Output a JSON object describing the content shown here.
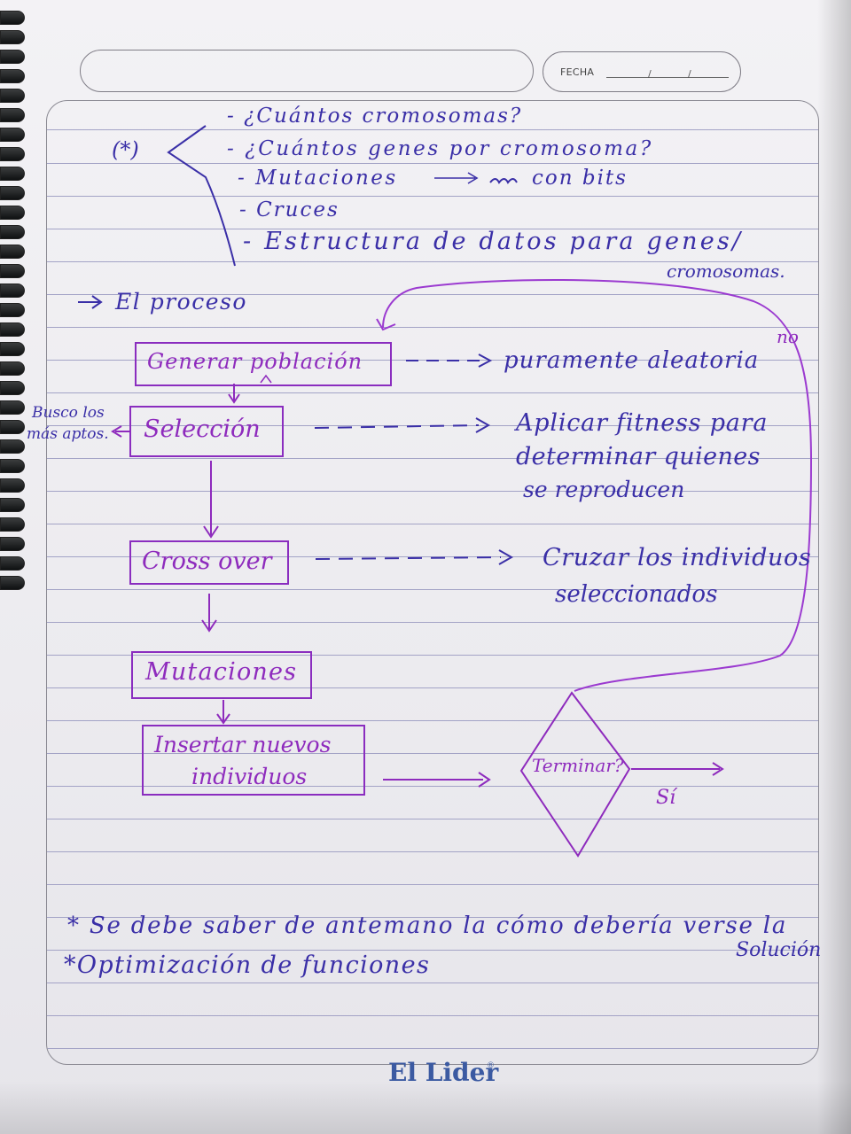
{
  "header": {
    "fecha_label": "FECHA",
    "fecha_separators": [
      "/",
      "/"
    ]
  },
  "notes": {
    "marker": "(*)",
    "questions": [
      "- ¿Cuántos cromosomas?",
      "- ¿Cuántos genes por cromosoma?",
      "- Mutaciones",
      "- Cruces",
      "- Estructura de datos para genes/"
    ],
    "bits_text": "con bits",
    "question_continuation": "cromosomas."
  },
  "process": {
    "heading": "El proceso",
    "steps": [
      {
        "label": "Generar población",
        "note": "puramente aleatoria"
      },
      {
        "label": "Selección",
        "note_lines": [
          "Aplicar fitness para",
          "determinar quienes",
          "se reproducen"
        ]
      },
      {
        "label": "Cross over",
        "note_lines": [
          "Cruzar los individuos",
          "seleccionados"
        ]
      },
      {
        "label": "Mutaciones"
      },
      {
        "label_lines": [
          "Insertar nuevos",
          "individuos"
        ]
      }
    ],
    "side_note_lines": [
      "Busco los",
      "más aptos."
    ],
    "decision": {
      "label": "Terminar?",
      "yes": "Sí",
      "no": "no"
    }
  },
  "footnotes": [
    "* Se debe saber de antemano la cómo debería verse la",
    "Solución",
    "*Optimización de funciones"
  ],
  "brand": {
    "name": "El Lider",
    "mark": "®"
  },
  "colors": {
    "blue_ink": "#3a2fa7",
    "purple_ink": "#8e2bbd",
    "rule_line": "#a3a3c6",
    "brand": "#3b5aa2"
  }
}
